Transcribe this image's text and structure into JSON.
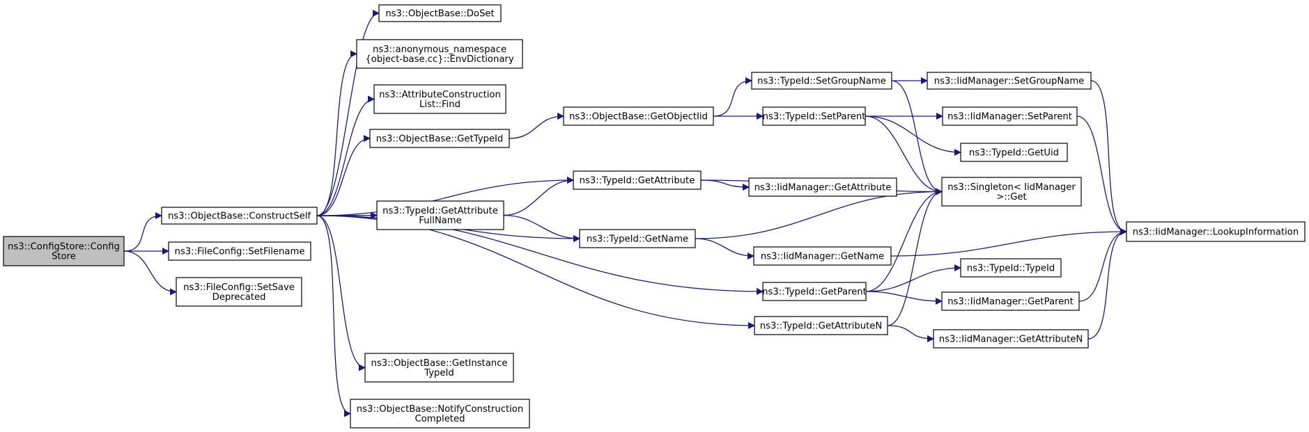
{
  "style": {
    "edge_color": "#191970",
    "root_fill": "#bfbfbf",
    "node_fill": "#ffffff",
    "text_color": "#000000"
  },
  "nodes": [
    {
      "id": "cs",
      "lines": [
        "ns3::ConfigStore::Config",
        "Store"
      ],
      "root": true
    },
    {
      "id": "cself",
      "lines": [
        "ns3::ObjectBase::ConstructSelf"
      ]
    },
    {
      "id": "setfn",
      "lines": [
        "ns3::FileConfig::SetFilename"
      ]
    },
    {
      "id": "setsd",
      "lines": [
        "ns3::FileConfig::SetSave",
        "Deprecated"
      ]
    },
    {
      "id": "doset",
      "lines": [
        "ns3::ObjectBase::DoSet"
      ]
    },
    {
      "id": "envd",
      "lines": [
        "ns3::anonymous_namespace",
        "{object-base.cc}::EnvDictionary"
      ]
    },
    {
      "id": "acl",
      "lines": [
        "ns3::AttributeConstruction",
        "List::Find"
      ]
    },
    {
      "id": "gtid",
      "lines": [
        "ns3::ObjectBase::GetTypeId"
      ]
    },
    {
      "id": "goi",
      "lines": [
        "ns3::ObjectBase::GetObjectIid"
      ]
    },
    {
      "id": "tga",
      "lines": [
        "ns3::TypeId::GetAttribute"
      ]
    },
    {
      "id": "tgafn",
      "lines": [
        "ns3::TypeId::GetAttribute",
        "FullName"
      ]
    },
    {
      "id": "tgn",
      "lines": [
        "ns3::TypeId::GetName"
      ]
    },
    {
      "id": "tsgn",
      "lines": [
        "ns3::TypeId::SetGroupName"
      ]
    },
    {
      "id": "tsp",
      "lines": [
        "ns3::TypeId::SetParent"
      ]
    },
    {
      "id": "imsgn",
      "lines": [
        "ns3::IidManager::SetGroupName"
      ]
    },
    {
      "id": "imsp",
      "lines": [
        "ns3::IidManager::SetParent"
      ]
    },
    {
      "id": "tgu",
      "lines": [
        "ns3::TypeId::GetUid"
      ]
    },
    {
      "id": "sget",
      "lines": [
        "ns3::Singleton< IidManager",
        ">::Get"
      ]
    },
    {
      "id": "imga",
      "lines": [
        "ns3::IidManager::GetAttribute"
      ]
    },
    {
      "id": "imli",
      "lines": [
        "ns3::IidManager::LookupInformation"
      ]
    },
    {
      "id": "imgn",
      "lines": [
        "ns3::IidManager::GetName"
      ]
    },
    {
      "id": "tgp",
      "lines": [
        "ns3::TypeId::GetParent"
      ]
    },
    {
      "id": "ttid",
      "lines": [
        "ns3::TypeId::TypeId"
      ]
    },
    {
      "id": "imgp",
      "lines": [
        "ns3::IidManager::GetParent"
      ]
    },
    {
      "id": "tgan",
      "lines": [
        "ns3::TypeId::GetAttributeN"
      ]
    },
    {
      "id": "imgan",
      "lines": [
        "ns3::IidManager::GetAttributeN"
      ]
    },
    {
      "id": "gitid",
      "lines": [
        "ns3::ObjectBase::GetInstance",
        "TypeId"
      ]
    },
    {
      "id": "nc",
      "lines": [
        "ns3::ObjectBase::NotifyConstruction",
        "Completed"
      ]
    }
  ],
  "edges": [
    {
      "from": "cs",
      "to": "cself"
    },
    {
      "from": "cs",
      "to": "setfn"
    },
    {
      "from": "cs",
      "to": "setsd"
    },
    {
      "from": "cself",
      "to": "doset"
    },
    {
      "from": "cself",
      "to": "envd"
    },
    {
      "from": "cself",
      "to": "acl"
    },
    {
      "from": "cself",
      "to": "gtid"
    },
    {
      "from": "cself",
      "to": "tga"
    },
    {
      "from": "cself",
      "to": "tgafn"
    },
    {
      "from": "cself",
      "to": "tgn"
    },
    {
      "from": "cself",
      "to": "tgp"
    },
    {
      "from": "cself",
      "to": "tgan"
    },
    {
      "from": "cself",
      "to": "gitid"
    },
    {
      "from": "cself",
      "to": "nc"
    },
    {
      "from": "gtid",
      "to": "goi"
    },
    {
      "from": "goi",
      "to": "tsgn"
    },
    {
      "from": "goi",
      "to": "tsp"
    },
    {
      "from": "tsgn",
      "to": "imsgn"
    },
    {
      "from": "tsgn",
      "to": "sget"
    },
    {
      "from": "tsp",
      "to": "imsp"
    },
    {
      "from": "tsp",
      "to": "tgu"
    },
    {
      "from": "tsp",
      "to": "sget"
    },
    {
      "from": "imsgn",
      "to": "imli"
    },
    {
      "from": "imsp",
      "to": "imli"
    },
    {
      "from": "tgafn",
      "to": "tga"
    },
    {
      "from": "tgafn",
      "to": "tgn"
    },
    {
      "from": "tga",
      "to": "sget"
    },
    {
      "from": "tga",
      "to": "imga"
    },
    {
      "from": "tgn",
      "to": "sget"
    },
    {
      "from": "tgn",
      "to": "imgn"
    },
    {
      "from": "imgn",
      "to": "imli"
    },
    {
      "from": "tgp",
      "to": "sget"
    },
    {
      "from": "tgp",
      "to": "ttid"
    },
    {
      "from": "tgp",
      "to": "imgp"
    },
    {
      "from": "imgp",
      "to": "imli"
    },
    {
      "from": "tgan",
      "to": "sget"
    },
    {
      "from": "tgan",
      "to": "imgan"
    },
    {
      "from": "imgan",
      "to": "imli"
    }
  ]
}
